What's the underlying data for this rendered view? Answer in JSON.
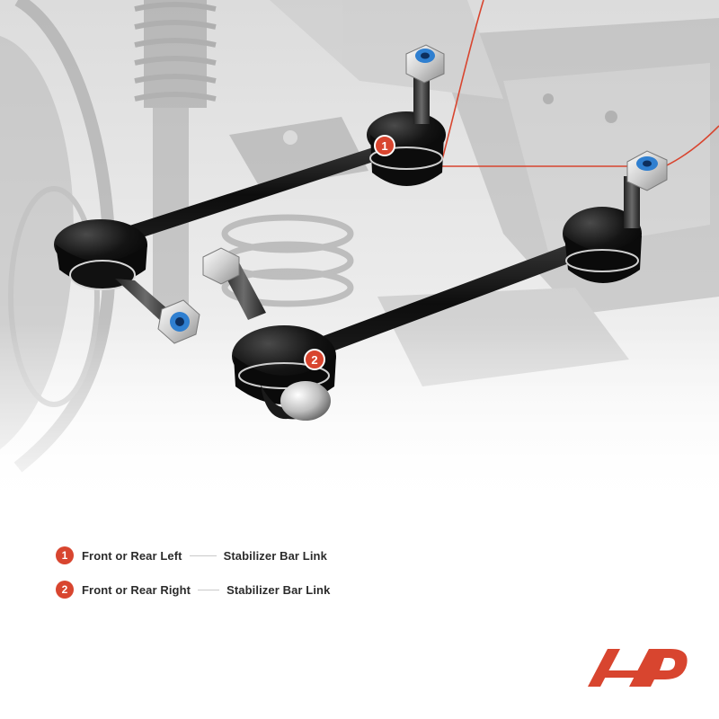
{
  "callouts": [
    {
      "number": "1",
      "position_label": "Front or Rear Left",
      "part_name": "Stabilizer Bar Link"
    },
    {
      "number": "2",
      "position_label": "Front or Rear Right",
      "part_name": "Stabilizer Bar Link"
    }
  ],
  "colors": {
    "accent": "#d8452f",
    "link_body": "#121212",
    "nut_insert": "#2f7fd0",
    "background_tint": "#e2e2e2"
  },
  "icons": [
    "logo-mark",
    "spring-strut",
    "stabilizer-link",
    "lock-nut"
  ]
}
